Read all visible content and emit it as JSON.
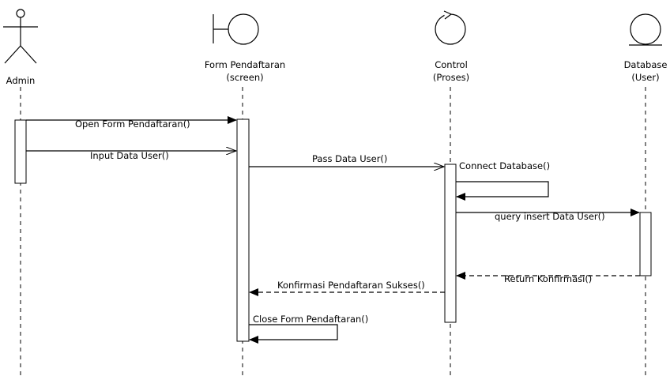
{
  "participants": [
    {
      "id": "admin",
      "name": "Admin",
      "kind": "actor-icon"
    },
    {
      "id": "form",
      "name": "Form Pendaftaran",
      "stereotype": "(screen)",
      "kind": "boundary-icon"
    },
    {
      "id": "control",
      "name": "Control",
      "stereotype": "(Proses)",
      "kind": "control-icon"
    },
    {
      "id": "database",
      "name": "Database",
      "stereotype": "(User)",
      "kind": "entity-icon"
    }
  ],
  "messages": [
    {
      "label": "Open Form Pendaftaran()"
    },
    {
      "label": "Input Data User()"
    },
    {
      "label": "Pass Data User()"
    },
    {
      "label": "Connect Database()"
    },
    {
      "label": "query insert Data User()"
    },
    {
      "label": "Return Konfirmasi()"
    },
    {
      "label": "Konfirmasi Pendaftaran Sukses()"
    },
    {
      "label": "Close Form Pendaftaran()"
    }
  ]
}
